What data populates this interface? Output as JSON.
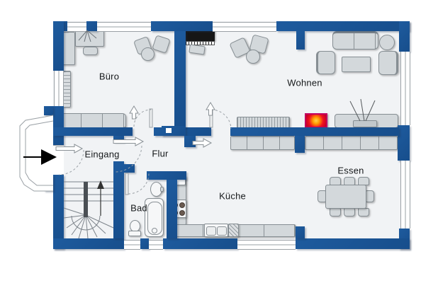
{
  "rooms": {
    "buero": {
      "label": "Büro"
    },
    "wohnen": {
      "label": "Wohnen"
    },
    "eingang": {
      "label": "Eingang"
    },
    "flur": {
      "label": "Flur"
    },
    "bad": {
      "label": "Bad"
    },
    "kueche": {
      "label": "Küche"
    },
    "essen": {
      "label": "Essen"
    }
  },
  "symbols": {
    "buero": [
      "cabinet",
      "desk",
      "desk-lamp",
      "desk-chair",
      "bookshelf",
      "visitor-chairs",
      "round-table",
      "sofa"
    ],
    "wohnen": [
      "piano",
      "piano-bench",
      "lounge-chairs",
      "round-table",
      "sofa",
      "side-table",
      "armchairs",
      "coffee-table",
      "radiator",
      "fireplace",
      "tv-console",
      "tv-antenna"
    ],
    "kueche": [
      "counter-row",
      "hob-4-burners",
      "sink-double",
      "dishwasher"
    ],
    "bad": [
      "wash-basin",
      "bathtub",
      "toilet"
    ],
    "essen": [
      "sideboard",
      "dining-table",
      "six-chairs"
    ],
    "eingang": [
      "entrance-arrow",
      "porch-outline",
      "winder-staircase",
      "up-arrow"
    ]
  },
  "colors": {
    "wall": "#1e5b9e",
    "wall_dark": "#174e8c",
    "floor": "#f1f3f5",
    "furniture": "#d3d8db",
    "furniture_border": "#868e93",
    "outline": "#9aa0a5",
    "fireplace_border": "#c2005f",
    "fireplace_red": "#ef1020",
    "fireplace_glow": "#ffd24a",
    "text": "#15181a"
  }
}
